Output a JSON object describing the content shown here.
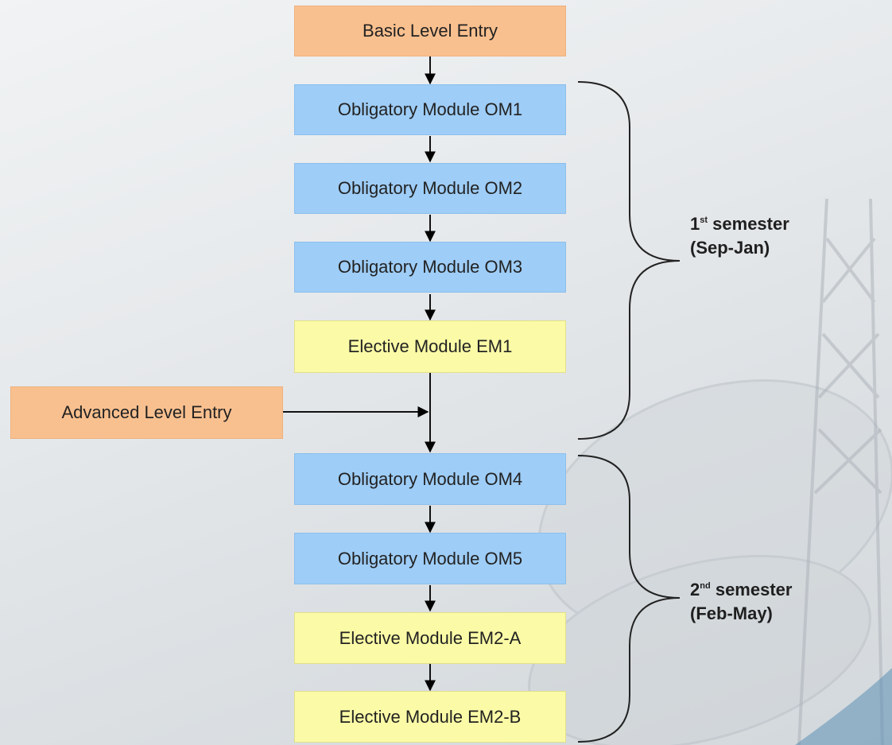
{
  "entries": {
    "basic": "Basic Level Entry",
    "advanced": "Advanced Level Entry"
  },
  "modules": {
    "om1": "Obligatory Module OM1",
    "om2": "Obligatory Module OM2",
    "om3": "Obligatory Module OM3",
    "em1": "Elective Module EM1",
    "om4": "Obligatory Module OM4",
    "om5": "Obligatory Module OM5",
    "em2a": "Elective Module EM2-A",
    "em2b": "Elective Module EM2-B"
  },
  "semesters": {
    "first": {
      "num": "1",
      "sup": "st",
      "word": "semester",
      "range": "(Sep-Jan)"
    },
    "second": {
      "num": "2",
      "sup": "nd",
      "word": "semester",
      "range": "(Feb-May)"
    }
  },
  "colors": {
    "entry": "#f9c08f",
    "obligatory": "#9ecdf7",
    "elective": "#fbfba7"
  }
}
